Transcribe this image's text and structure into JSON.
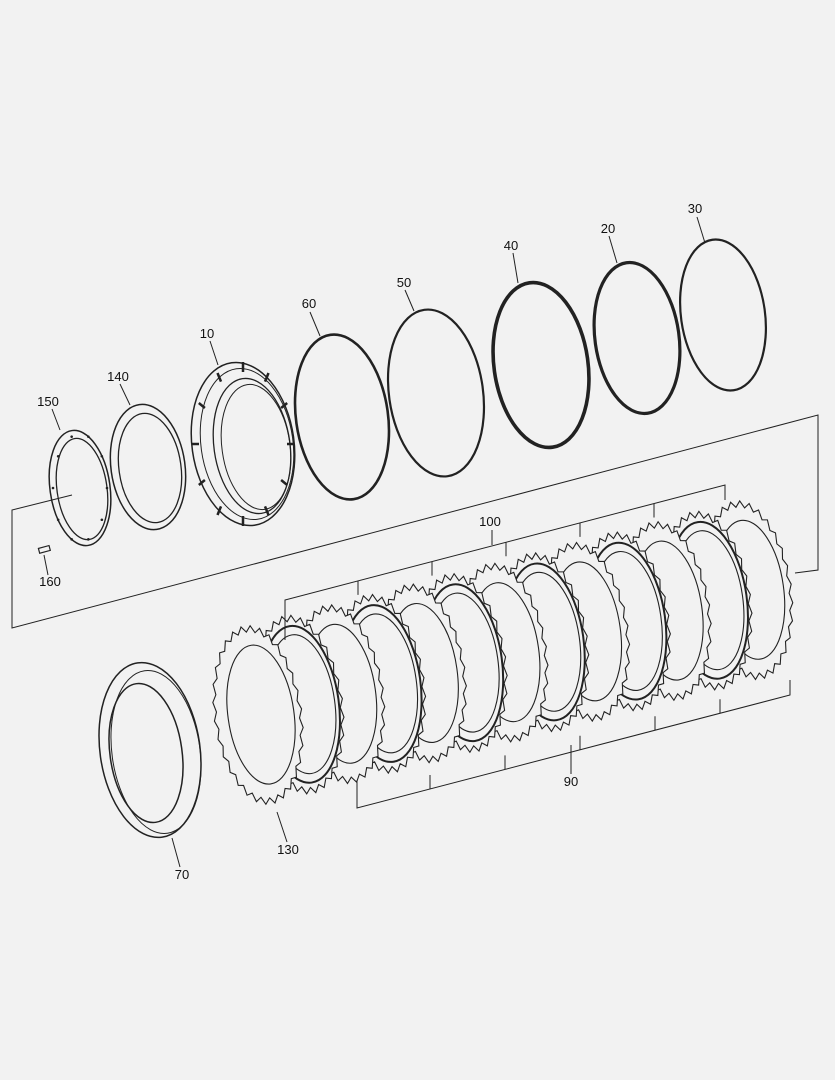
{
  "diagram": {
    "background": "#f2f2f2",
    "line_color": "#222222",
    "callouts": [
      {
        "id": "30",
        "text": "30"
      },
      {
        "id": "20",
        "text": "20"
      },
      {
        "id": "40",
        "text": "40"
      },
      {
        "id": "50",
        "text": "50"
      },
      {
        "id": "60",
        "text": "60"
      },
      {
        "id": "10",
        "text": "10"
      },
      {
        "id": "140",
        "text": "140"
      },
      {
        "id": "150",
        "text": "150"
      },
      {
        "id": "160",
        "text": "160"
      },
      {
        "id": "100",
        "text": "100"
      },
      {
        "id": "90",
        "text": "90"
      },
      {
        "id": "130",
        "text": "130"
      },
      {
        "id": "70",
        "text": "70"
      }
    ]
  }
}
